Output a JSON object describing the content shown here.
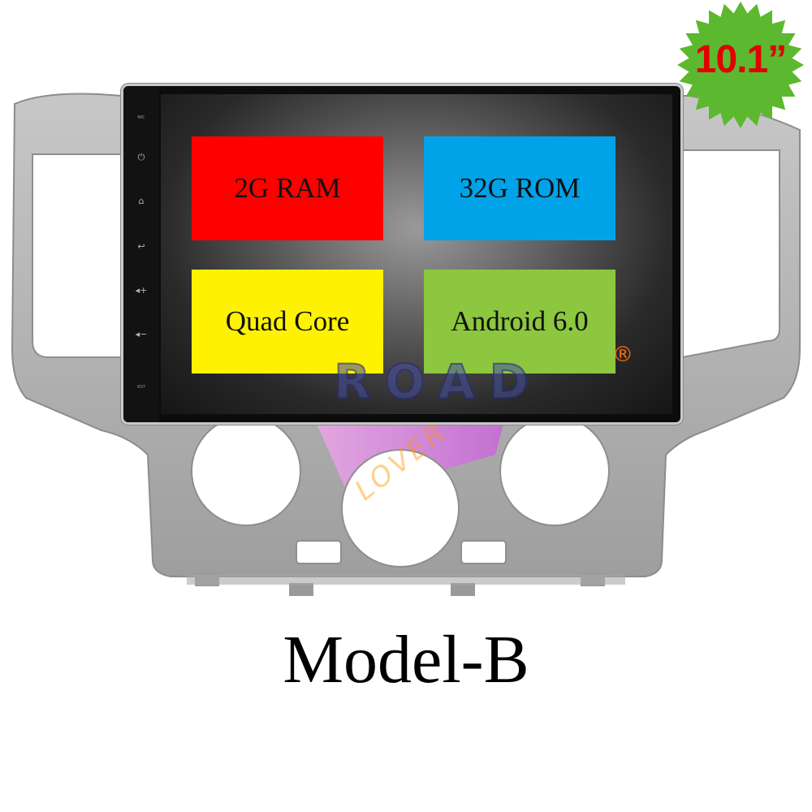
{
  "badge": {
    "size": "10.1”",
    "color": "#5cb82e"
  },
  "screen": {
    "side_labels": {
      "mic": "MIC",
      "rst": "RST"
    },
    "side_icons": [
      "power-icon",
      "home-icon",
      "back-icon",
      "volume-up-icon",
      "volume-down-icon"
    ],
    "tiles": {
      "ram": "2G RAM",
      "rom": "32G ROM",
      "cpu": "Quad Core",
      "os": "Android 6.0"
    },
    "registered_mark": "®"
  },
  "watermark": {
    "brand_top": "ROAD",
    "brand_bottom": "LOVER"
  },
  "model_label": "Model-B",
  "colors": {
    "ram": "#ff0000",
    "rom": "#00a2e8",
    "cpu": "#fff200",
    "os": "#8dc63f",
    "badge_text": "#e30000"
  }
}
